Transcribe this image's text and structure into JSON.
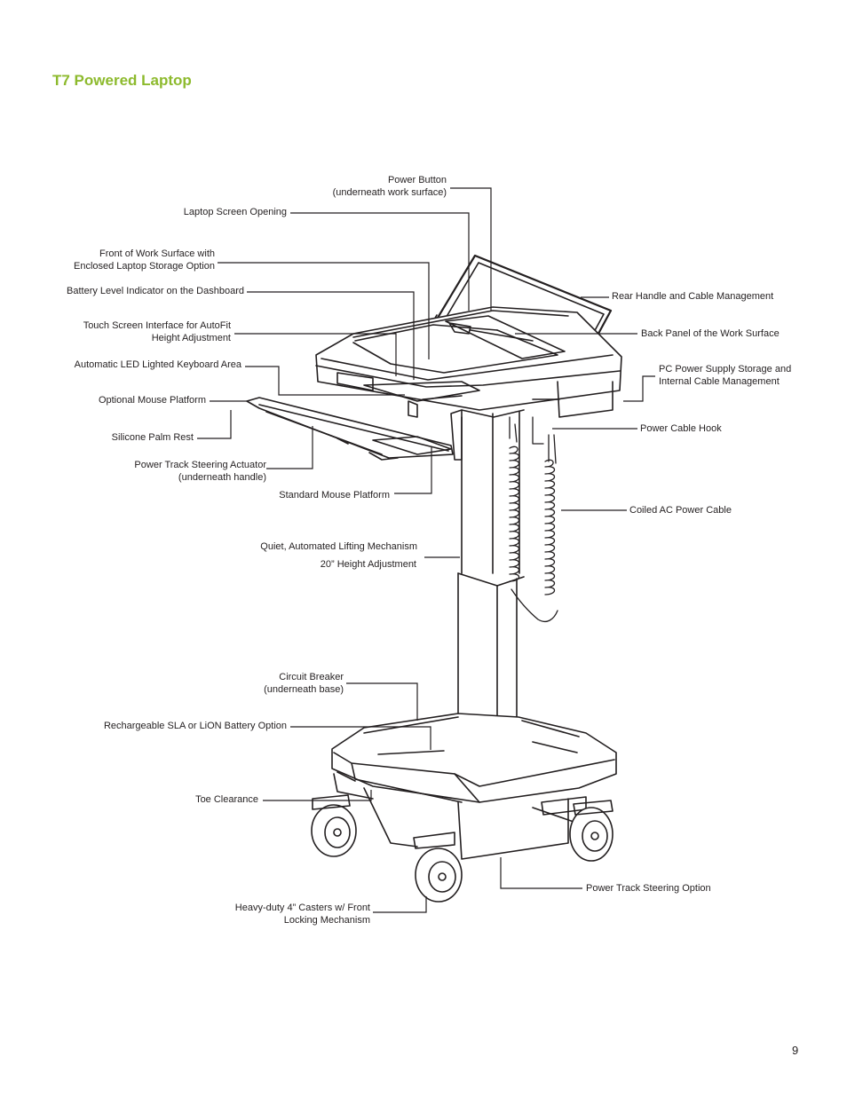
{
  "page": {
    "title": "T7 Powered Laptop",
    "page_number": "9"
  },
  "labels": {
    "power_button": [
      "Power Button",
      "(underneath work surface)"
    ],
    "laptop_screen_opening": [
      "Laptop Screen Opening"
    ],
    "front_work_surface": [
      "Front of Work Surface with",
      "Enclosed Laptop Storage Option"
    ],
    "battery_level_indicator": [
      "Battery Level Indicator on the Dashboard"
    ],
    "touch_screen_interface": [
      "Touch Screen Interface for AutoFit",
      "Height Adjustment"
    ],
    "led_keyboard_area": [
      "Automatic LED Lighted Keyboard Area"
    ],
    "optional_mouse_platform": [
      "Optional Mouse Platform"
    ],
    "silicone_palm_rest": [
      "Silicone Palm Rest"
    ],
    "steering_actuator": [
      "Power Track Steering Actuator",
      "(underneath handle)"
    ],
    "standard_mouse_platform": [
      "Standard Mouse Platform"
    ],
    "lifting_mechanism": [
      "Quiet, Automated Lifting Mechanism"
    ],
    "height_adjustment": [
      "20” Height Adjustment"
    ],
    "circuit_breaker": [
      "Circuit Breaker",
      "(underneath base)"
    ],
    "battery_option": [
      "Rechargeable SLA or LiON Battery Option"
    ],
    "toe_clearance": [
      "Toe Clearance"
    ],
    "casters": [
      "Heavy-duty 4” Casters w/ Front",
      "Locking Mechanism"
    ],
    "rear_handle": [
      "Rear Handle and Cable Management"
    ],
    "back_panel": [
      "Back Panel of the Work Surface"
    ],
    "pc_power_supply": [
      "PC Power Supply Storage and",
      "Internal Cable Management"
    ],
    "power_cable_hook": [
      "Power Cable Hook"
    ],
    "coiled_ac_cable": [
      "Coiled AC Power Cable"
    ],
    "steering_option": [
      "Power Track Steering Option"
    ]
  }
}
